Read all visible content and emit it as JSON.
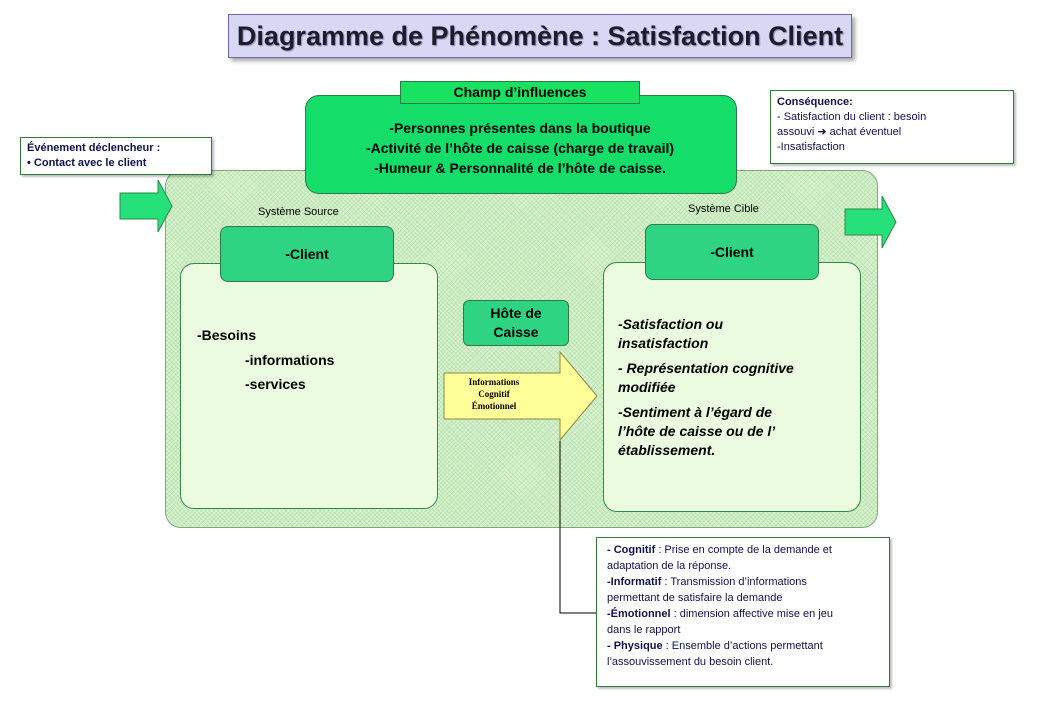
{
  "title": "Diagramme de Phénomène : Satisfaction Client",
  "influences": {
    "label": "Champ d’influences",
    "items": [
      "-Personnes présentes dans la boutique",
      "-Activité de l’hôte de caisse (charge de travail)",
      "-Humeur & Personnalité de l’hôte de caisse."
    ]
  },
  "trigger": {
    "line1": "Événement déclencheur :",
    "line2": "• Contact avec le client"
  },
  "consequence": {
    "head": "Conséquence:",
    "line1": "- Satisfaction du client : besoin",
    "line2a": "assouvi",
    "line2b": "achat éventuel",
    "line3": "-Insatisfaction"
  },
  "source": {
    "label": "Système Source",
    "client": "-Client",
    "items": [
      "-Besoins",
      "-informations",
      "-services"
    ]
  },
  "target": {
    "label": "Système Cible",
    "client": "-Client",
    "items": [
      "-Satisfaction ou",
      "insatisfaction",
      "-  Représentation cognitive",
      "modifiée",
      "-Sentiment à l’égard de",
      "l’hôte de caisse ou de l’",
      "établissement."
    ]
  },
  "host": {
    "line1": "Hôte de",
    "line2": "Caisse"
  },
  "arrow_labels": [
    "Informations",
    "Cognitif",
    "Émotionnel"
  ],
  "definitions": [
    {
      "term": "- Cognitif",
      "text": " : Prise en compte de la demande et"
    },
    {
      "term": "",
      "text": "adaptation de la réponse."
    },
    {
      "term": "-Informatif",
      "text": " : Transmission d’informations"
    },
    {
      "term": "",
      "text": "permettant de satisfaire la demande"
    },
    {
      "term": "-Émotionnel",
      "text": " : dimension affective mise en jeu"
    },
    {
      "term": "",
      "text": "dans le rapport"
    },
    {
      "term": "- Physique",
      "text": " :  Ensemble d’actions permettant"
    },
    {
      "term": "",
      "text": "l’assouvissement du besoin client."
    }
  ],
  "colors": {
    "influence_fill": "#14dd6a",
    "area_fill": "#d9f5d0",
    "client_fill": "#2fd483",
    "arrow_fill": "#ffff99",
    "title_fill": "#d8d8f4"
  }
}
